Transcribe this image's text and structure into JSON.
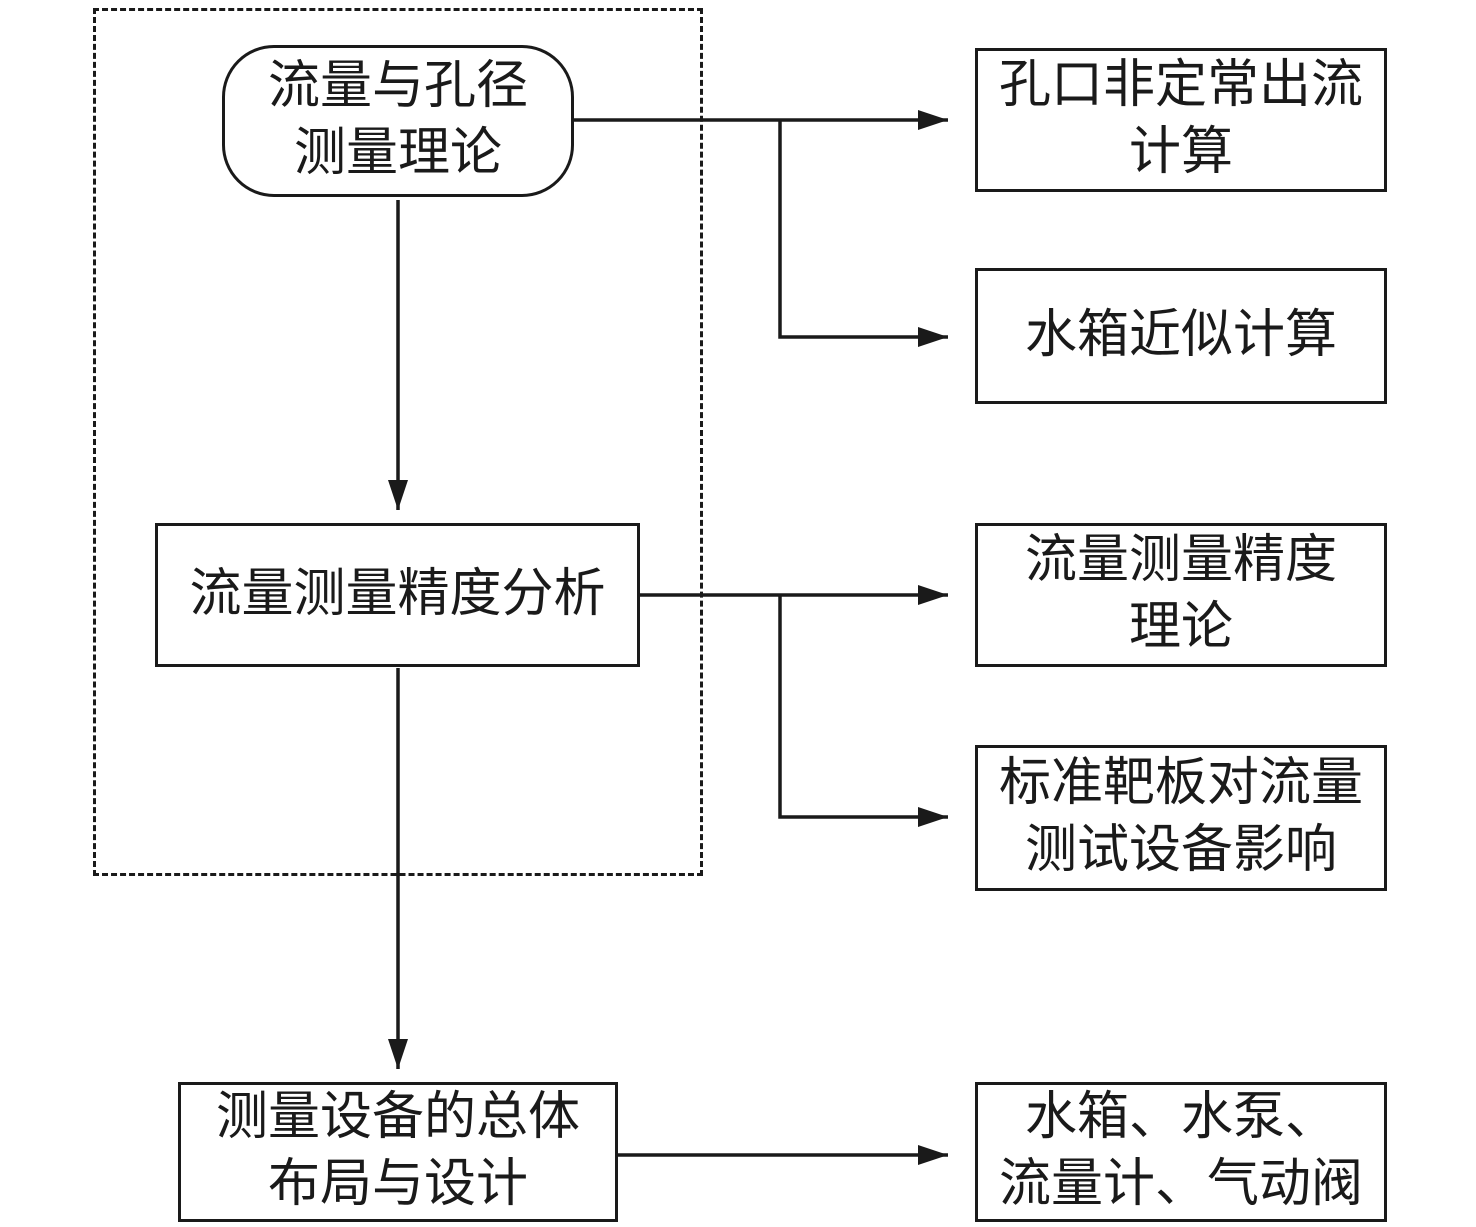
{
  "diagram": {
    "type": "flowchart",
    "colors": {
      "line": "#1a1a1a",
      "text": "#1a1a1a",
      "background": "#ffffff"
    },
    "nodes": {
      "theory": {
        "lines": [
          "流量与孔径",
          "测量理论"
        ]
      },
      "orifice": {
        "lines": [
          "孔口非定常出流",
          "计算"
        ]
      },
      "tank": {
        "lines": [
          "水箱近似计算"
        ]
      },
      "accuracy": {
        "lines": [
          "流量测量精度分析"
        ]
      },
      "accuracy_theory": {
        "lines": [
          "流量测量精度",
          "理论"
        ]
      },
      "target_plate": {
        "lines": [
          "标准靶板对流量",
          "测试设备影响"
        ]
      },
      "layout_design": {
        "lines": [
          "测量设备的总体",
          "布局与设计"
        ]
      },
      "equipment": {
        "lines": [
          "水箱、水泵、",
          "流量计、气动阀"
        ]
      }
    },
    "edges": [
      {
        "from": "theory",
        "to": "orifice"
      },
      {
        "from": "theory",
        "to": "tank"
      },
      {
        "from": "theory",
        "to": "accuracy"
      },
      {
        "from": "accuracy",
        "to": "accuracy_theory"
      },
      {
        "from": "accuracy",
        "to": "target_plate"
      },
      {
        "from": "accuracy",
        "to": "layout_design"
      },
      {
        "from": "layout_design",
        "to": "equipment"
      }
    ]
  }
}
